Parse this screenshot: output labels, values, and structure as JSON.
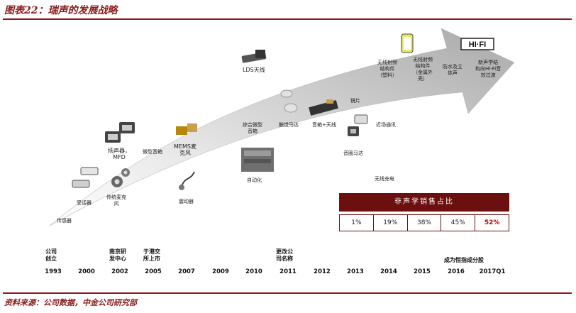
{
  "header": {
    "title": "图表22：瑞声的发展战略"
  },
  "footer": {
    "source": "资料来源：公司数据，中金公司研究部"
  },
  "timeline": {
    "years": [
      "1993",
      "2000",
      "2002",
      "2005",
      "2007",
      "2009",
      "2010",
      "2011",
      "2012",
      "2013",
      "2014",
      "2015",
      "2016",
      "2017Q1"
    ],
    "milestones": {
      "m1993": "公司\n创立",
      "m2002": "南京研\n发中心",
      "m2005": "于港交\n所上市",
      "m2011": "更改公\n司名称",
      "m2016": "成为恒指成分股"
    }
  },
  "products": {
    "sensor": "传感器",
    "receiver": "受话器",
    "traditional_mic": "传统麦克\n风",
    "speaker_mfd": "扬声器，\nMFD",
    "micro_speaker": "微型音箱",
    "mems_mic": "MEMS麦\n克风",
    "vibrator": "震动器",
    "lds_antenna": "LDS天线",
    "integrated_box": "综合微型\n音箱",
    "haptic_motor": "触觉马达",
    "automation": "自动化",
    "speaker_antenna": "音箱+天线",
    "lens": "镜片",
    "rf_structure": "无线射频\n结构件\n（塑料）",
    "metal_structure": "无线射频\n结构件\n（金属外\n壳）",
    "waterproof": "防水及立\n体声",
    "hifi": "新声学结\n构向Hi-Fi音\n效过渡",
    "proximity": "近场通讯",
    "voice_coil": "音圈马达",
    "wireless_charging": "无线充电"
  },
  "hifi_badge": "HI·FI",
  "ratio_table": {
    "header": "非声学销售占比",
    "values": [
      "1%",
      "19%",
      "38%",
      "45%",
      "52%"
    ]
  },
  "colors": {
    "accent": "#8a1a1a",
    "table_header": "#6b0f0f",
    "highlight": "#c00000"
  }
}
